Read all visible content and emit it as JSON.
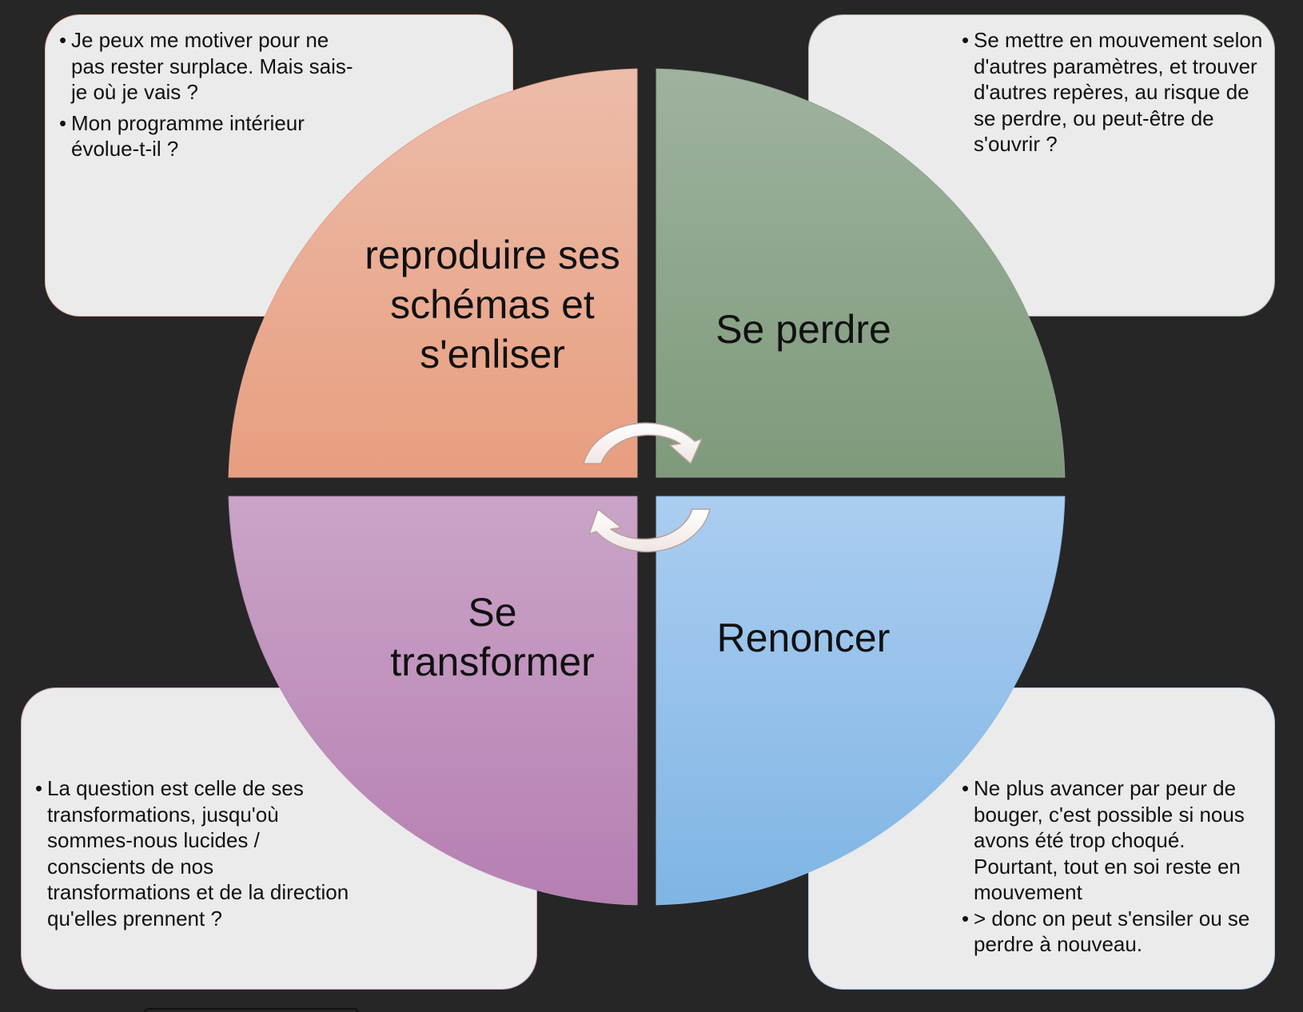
{
  "quadrants": {
    "top_left": {
      "label": "reproduire ses schémas et s'enliser",
      "color_light": "#ecbcaa",
      "color_dark": "#e89e7f"
    },
    "top_right": {
      "label": "Se perdre",
      "color_light": "#9fb29f",
      "color_dark": "#7e9a7b"
    },
    "bottom_left": {
      "label": "Se transformer",
      "color_light": "#caa4c8",
      "color_dark": "#b67fb2"
    },
    "bottom_right": {
      "label": "Renoncer",
      "color_light": "#abcdf1",
      "color_dark": "#7fb5e4"
    }
  },
  "cards": {
    "top_left": [
      "Je peux me motiver pour ne pas rester surplace. Mais sais-je où je vais ?",
      "Mon programme intérieur évolue-t-il ?"
    ],
    "top_right": [
      "Se mettre en mouvement selon d'autres paramètres, et trouver d'autres repères, au risque de se perdre, ou peut-être de s'ouvrir ?"
    ],
    "bottom_left": [
      "La question est celle de ses transformations, jusqu'où sommes-nous lucides / conscients de nos transformations et de la direction qu'elles prennent ?"
    ],
    "bottom_right": [
      "Ne plus avancer par peur de bouger, c'est possible si nous avons été trop choqué. Pourtant, tout en soi reste en mouvement",
      "> donc on peut s'ensiler ou se perdre à nouveau."
    ]
  },
  "background_color": "#262626",
  "card_color": "#ebebeb",
  "arrow_icons": [
    "clockwise-arrow-top-icon",
    "clockwise-arrow-bottom-icon"
  ]
}
